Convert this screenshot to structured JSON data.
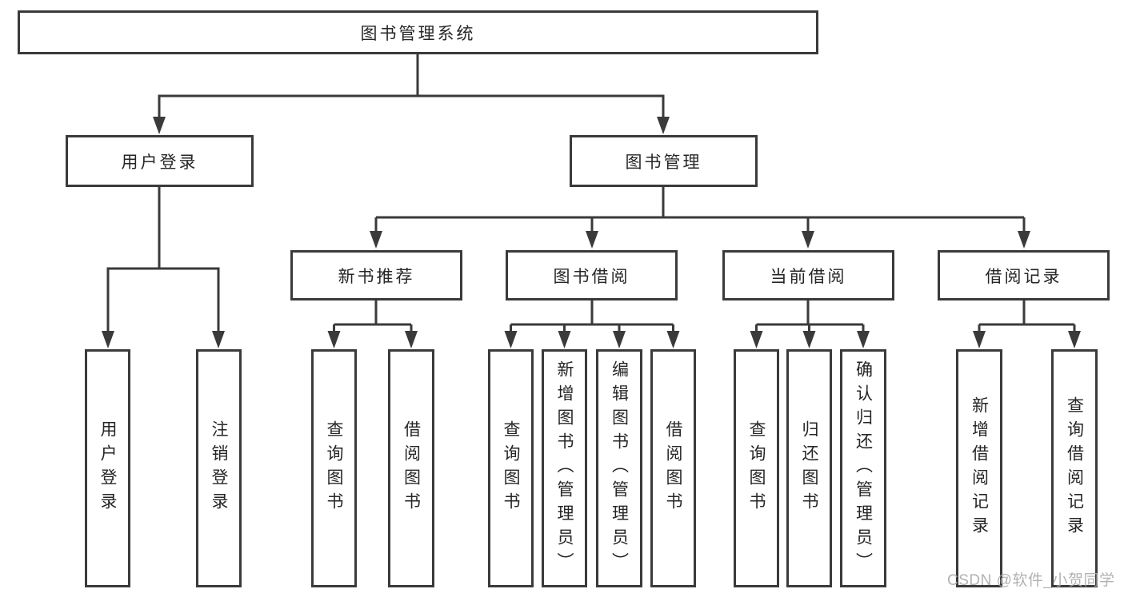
{
  "diagram": {
    "root": {
      "label": "图书管理系统"
    },
    "level2": [
      {
        "label": "用户登录"
      },
      {
        "label": "图书管理"
      }
    ],
    "level3": [
      {
        "label": "新书推荐"
      },
      {
        "label": "图书借阅"
      },
      {
        "label": "当前借阅"
      },
      {
        "label": "借阅记录"
      }
    ],
    "leaves": {
      "user_login": [
        {
          "label": "用户登录"
        },
        {
          "label": "注销登录"
        }
      ],
      "new_book": [
        {
          "label": "查询图书"
        },
        {
          "label": "借阅图书"
        }
      ],
      "book_borrow": [
        {
          "label": "查询图书"
        },
        {
          "label": "新增图书（管理员）"
        },
        {
          "label": "编辑图书（管理员）"
        },
        {
          "label": "借阅图书"
        }
      ],
      "current_borrow": [
        {
          "label": "查询图书"
        },
        {
          "label": "归还图书"
        },
        {
          "label": "确认归还（管理员）"
        }
      ],
      "borrow_record": [
        {
          "label": "新增借阅记录"
        },
        {
          "label": "查询借阅记录"
        }
      ]
    }
  },
  "watermark": {
    "text": "CSDN @软件_小贺同学"
  },
  "colors": {
    "line": "#3a3a3a",
    "box_border": "#3a3a3a",
    "text": "#262626",
    "watermark": "#aaaaaa",
    "background": "#ffffff"
  }
}
